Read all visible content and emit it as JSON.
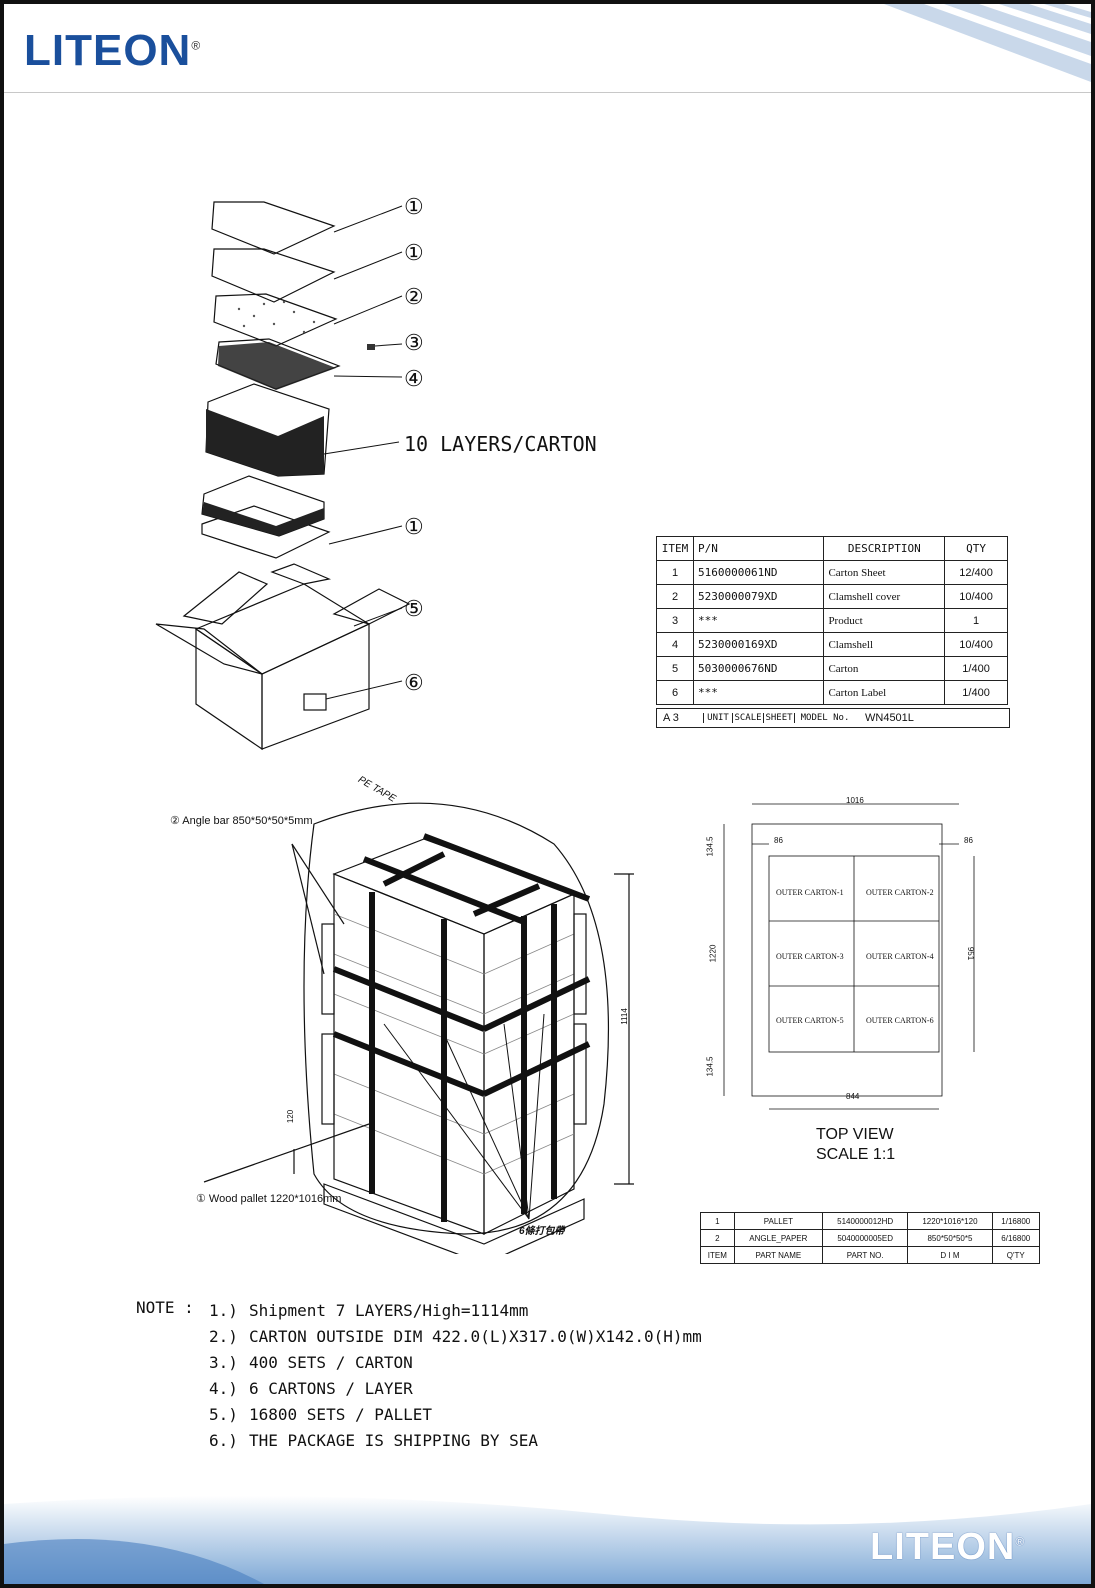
{
  "brand": {
    "name": "LITEON",
    "reg": "®"
  },
  "exploded": {
    "callouts": [
      "①",
      "①",
      "②",
      "③",
      "④",
      "①",
      "⑤",
      "⑥"
    ],
    "layers_label": "10 LAYERS/CARTON"
  },
  "bom": {
    "headers": [
      "ITEM",
      "P/N",
      "DESCRIPTION",
      "QTY"
    ],
    "rows": [
      {
        "item": "1",
        "pn": "5160000061ND",
        "desc": "Carton Sheet",
        "qty": "12/400"
      },
      {
        "item": "2",
        "pn": "5230000079XD",
        "desc": "Clamshell cover",
        "qty": "10/400"
      },
      {
        "item": "3",
        "pn": "***",
        "desc": "Product",
        "qty": "1"
      },
      {
        "item": "4",
        "pn": "5230000169XD",
        "desc": "Clamshell",
        "qty": "10/400"
      },
      {
        "item": "5",
        "pn": "5030000676ND",
        "desc": "Carton",
        "qty": "1/400"
      },
      {
        "item": "6",
        "pn": "***",
        "desc": "Carton Label",
        "qty": "1/400"
      }
    ],
    "footer": {
      "size": "A 3",
      "unit": "UNIT",
      "scale": "SCALE",
      "sheet": "SHEET",
      "model_label": "MODEL No.",
      "model": "WN4501L"
    }
  },
  "pallet": {
    "pe_tape": "PE TAPE",
    "angle_bar": "② Angle bar 850*50*50*5mm",
    "wood_pallet": "① Wood pallet 1220*1016mm",
    "strap": "6條打包帶",
    "height_dim": "1114",
    "base_dim": "120"
  },
  "topview": {
    "width": "1016",
    "inset_left": "86",
    "inset_right": "86",
    "depth": "1220",
    "inner_depth": "951",
    "top_margin": "134.5",
    "bottom_margin": "134.5",
    "inner_width": "844",
    "cartons": [
      "OUTER CARTON-1",
      "OUTER CARTON-2",
      "OUTER CARTON-3",
      "OUTER CARTON-4",
      "OUTER CARTON-5",
      "OUTER CARTON-6"
    ],
    "title": "TOP VIEW",
    "scale": "SCALE 1:1"
  },
  "pallet_table": {
    "rows": [
      {
        "item": "1",
        "name": "PALLET",
        "pn": "5140000012HD",
        "dim": "1220*1016*120",
        "qty": "1/16800"
      },
      {
        "item": "2",
        "name": "ANGLE_PAPER",
        "pn": "5040000005ED",
        "dim": "850*50*50*5",
        "qty": "6/16800"
      }
    ],
    "headers": [
      "ITEM",
      "PART NAME",
      "PART NO.",
      "D I M",
      "Q'TY"
    ]
  },
  "notes": {
    "label": "NOTE :",
    "items": [
      {
        "num": "1.)",
        "text": "Shipment 7 LAYERS/High=1114mm"
      },
      {
        "num": "2.)",
        "text": "CARTON OUTSIDE DIM 422.0(L)X317.0(W)X142.0(H)mm"
      },
      {
        "num": "3.)",
        "text": "400 SETS / CARTON"
      },
      {
        "num": "4.)",
        "text": "6 CARTONS / LAYER"
      },
      {
        "num": "5.)",
        "text": "16800 SETS / PALLET"
      },
      {
        "num": "6.)",
        "text": "THE PACKAGE IS SHIPPING BY SEA"
      }
    ]
  }
}
